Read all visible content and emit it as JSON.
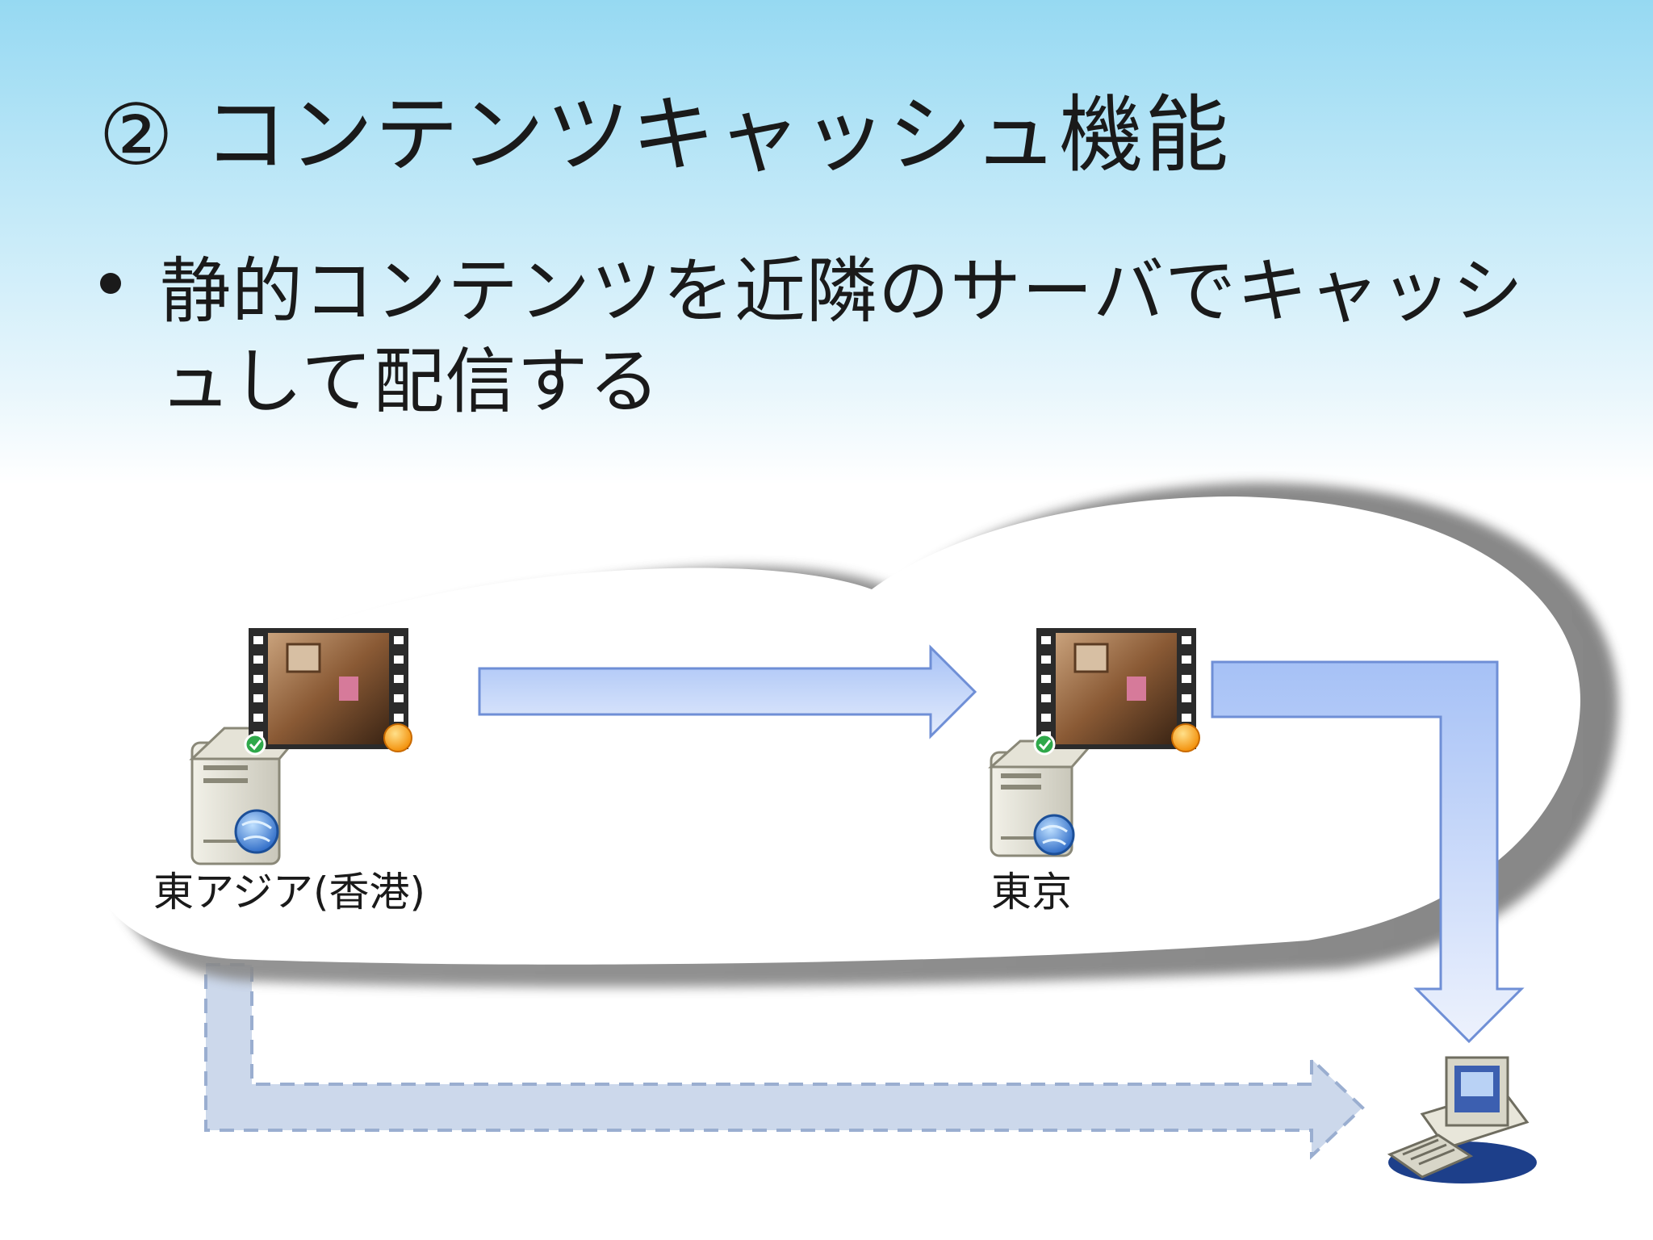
{
  "slide": {
    "title": "② コンテンツキャッシュ機能",
    "bullet": "静的コンテンツを近隣のサーバでキャッシュして配信する"
  },
  "diagram": {
    "nodes": [
      {
        "id": "hong-kong",
        "label": "東アジア(香港)",
        "icon": "server-icon"
      },
      {
        "id": "tokyo",
        "label": "東京",
        "icon": "server-icon"
      },
      {
        "id": "client",
        "label": "",
        "icon": "desktop-computer-icon"
      }
    ],
    "edges": [
      {
        "from": "hong-kong",
        "to": "tokyo",
        "style": "solid"
      },
      {
        "from": "tokyo",
        "to": "client",
        "style": "solid"
      },
      {
        "from": "hong-kong",
        "to": "client",
        "style": "dashed"
      }
    ],
    "colors": {
      "arrow": "#a9c4f5",
      "arrow_stroke": "#6f8fd6",
      "dashed_arrow": "#b3c5e2",
      "cloud_shadow": "#7f7f7f"
    }
  }
}
